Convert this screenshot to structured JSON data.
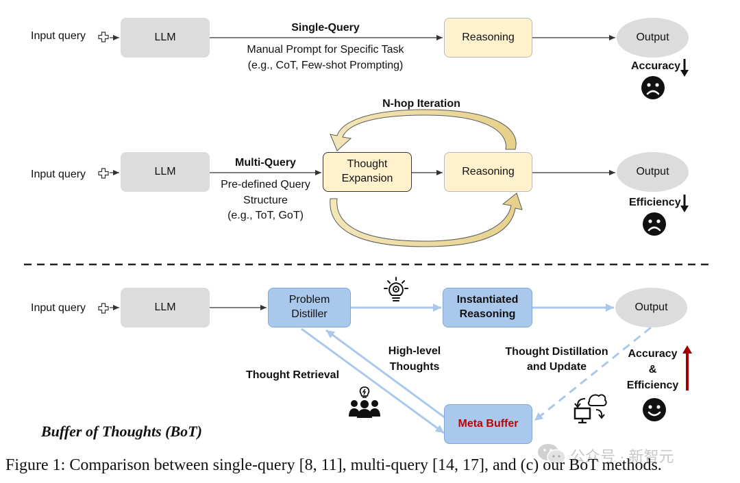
{
  "row1": {
    "input": "Input query",
    "llm": "LLM",
    "method": "Single-Query",
    "desc1": "Manual Prompt for Specific Task",
    "desc2": "(e.g., CoT, Few-shot  Prompting)",
    "reasoning": "Reasoning",
    "output": "Output",
    "metric": "Accuracy"
  },
  "row2": {
    "input": "Input query",
    "llm": "LLM",
    "method": "Multi-Query",
    "desc1": "Pre-defined Query",
    "desc2": "Structure",
    "desc3": "(e.g., ToT, GoT)",
    "iteration": "N-hop Iteration",
    "expansion_l1": "Thought",
    "expansion_l2": "Expansion",
    "reasoning": "Reasoning",
    "output": "Output",
    "metric": "Efficiency"
  },
  "row3": {
    "input": "Input query",
    "llm": "LLM",
    "distiller_l1": "Problem",
    "distiller_l2": "Distiller",
    "inst_l1": "Instantiated",
    "inst_l2": "Reasoning",
    "output": "Output",
    "high_l1": "High-level",
    "high_l2": "Thoughts",
    "retrieval": "Thought Retrieval",
    "distill_l1": "Thought Distillation",
    "distill_l2": "and Update",
    "metric_l1": "Accuracy",
    "metric_l2": "&",
    "metric_l3": "Efficiency",
    "buffer": "Meta Buffer"
  },
  "title": "Buffer of Thoughts (BoT)",
  "caption": "Figure 1: Comparison between single-query [8, 11], multi-query [14, 17], and (c) our BoT methods.",
  "watermark": "公众号 · 新智元",
  "colors": {
    "gray_box": "#dcdcdc",
    "yellow_box": "#fff2cc",
    "blue_box": "#a9c8ec",
    "down_arrow": "#111111",
    "up_arrow": "#a00000",
    "buffer_text": "#c00000",
    "blue_line": "#a9c8ec",
    "curve_arrow": "#ead9a6"
  },
  "icons": [
    "plus-icon",
    "sad-face-icon",
    "happy-face-icon",
    "lightbulb-gear-icon",
    "team-idea-icon",
    "cloud-sync-icon",
    "wechat-icon"
  ]
}
